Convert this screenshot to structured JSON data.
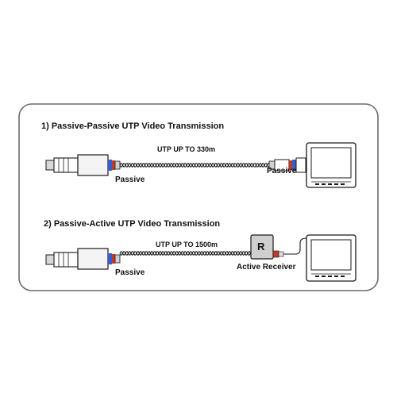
{
  "colors": {
    "frame": "#6b6b6b",
    "line": "#1a1a1a",
    "connector_blue": "#3a5cc8",
    "connector_red": "#c23a2a",
    "gray_fill": "#cfcfcf",
    "device_fill": "#f4f4f4"
  },
  "section1": {
    "title": "1) Passive-Passive UTP Video Transmission",
    "cable_label": "UTP UP TO 330m",
    "left_device_label": "Passive",
    "right_device_label": "Passive"
  },
  "section2": {
    "title": "2) Passive-Active UTP Video Transmission",
    "cable_label": "UTP UP TO 1500m",
    "left_device_label": "Passive",
    "receiver_letter": "R",
    "receiver_label": "Active Receiver"
  }
}
